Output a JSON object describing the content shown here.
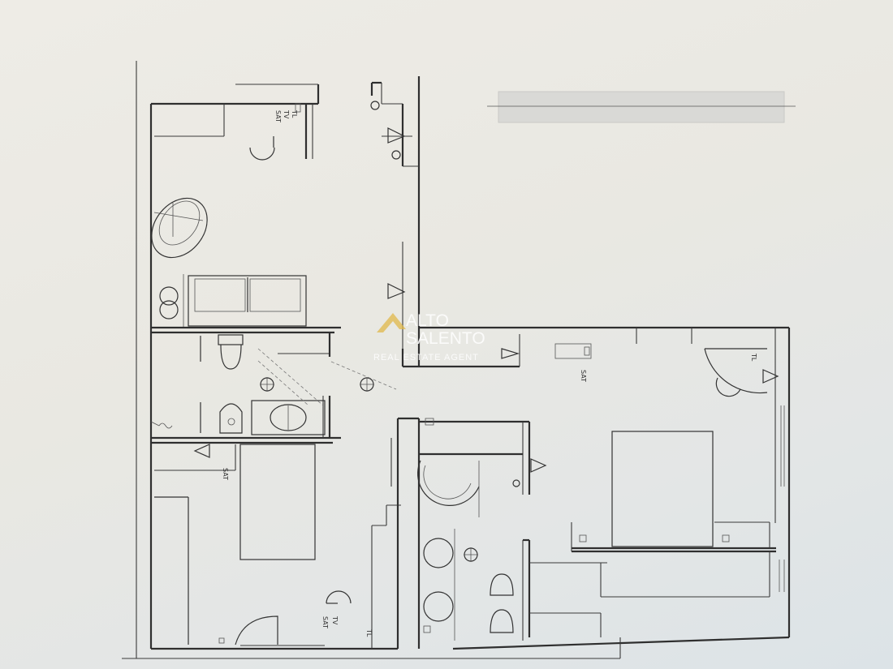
{
  "labels": {
    "tv": "TV",
    "sat": "SAT",
    "tl": "TL",
    "tl_upper": "TL"
  },
  "watermark": {
    "line1": "ALTO",
    "line2": "SALENTO",
    "line3": "REAL ESTATE AGENT"
  },
  "colors": {
    "paper": "#ebe9e3",
    "ink": "#2f2f2f",
    "watermark": "#ffffff",
    "watermark_accent": "#e0b84a"
  }
}
